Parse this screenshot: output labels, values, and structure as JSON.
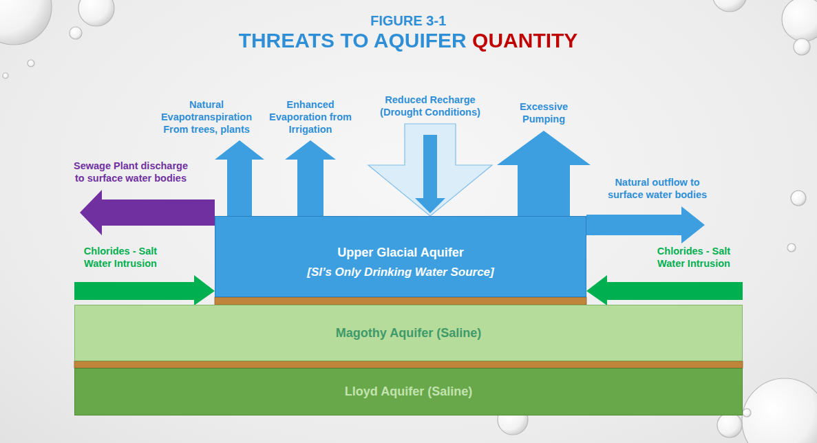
{
  "diagram": {
    "title": "THREATS TO AQUIFER QUANTITY",
    "nodes": [
      {
        "text": [
          "Upper Glacial Aquifer",
          "[SI’s Only Drinking Water Source]"
        ]
      },
      {
        "text": [
          "Magothy Aquifer (Saline)"
        ]
      },
      {
        "text": [
          "Lloyd Aquifer (Saline)"
        ]
      }
    ],
    "labels": [
      "FIGURE 3-1",
      "Natural Evapotranspiration From trees, plants",
      "Enhanced Evaporation from Irrigation",
      "Reduced Recharge (Drought Conditions)",
      "Excessive Pumping",
      "Sewage Plant discharge to surface water bodies",
      "Natural outflow to surface water bodies",
      "Chlorides - Salt Water Intrusion",
      "Chlorides - Salt Water Intrusion"
    ]
  }
}
